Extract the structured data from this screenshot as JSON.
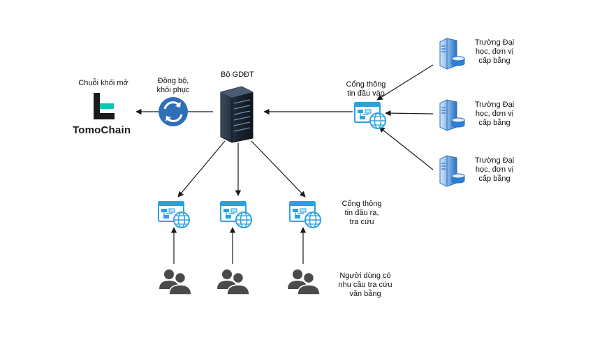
{
  "labels": {
    "blockchain": "Chuỗi khối mở",
    "brand": "TomoChain",
    "sync": "Đồng bộ,\nkhôi phục",
    "ministry": "Bộ GDĐT",
    "input_portal": "Cổng thông\ntin đầu vào",
    "school_1": "Trường Đại\nhọc, đơn vị\ncấp bằng",
    "school_2": "Trường Đại\nhọc, đơn vị\ncấp bằng",
    "school_3": "Trường Đại\nhọc, đơn vị\ncấp bằng",
    "output_portal": "Cổng thông\ntin đầu ra,\ntra cứu",
    "users": "Người dùng có\nnhu cầu tra cứu\nvăn bằng"
  },
  "colors": {
    "portal_blue": "#29a3e0",
    "portal_light": "#bfe6f7",
    "sync_blue": "#2e6fb8",
    "server_dark": "#1c2633",
    "db_blue": "#2b7fd4",
    "people_gray": "#4a4a4a",
    "logo_teal": "#16c3b0",
    "arrow": "#1a1a1a"
  },
  "icons": {
    "logo": "tomochain-logo-icon",
    "sync": "sync-icon",
    "server": "server-rack-icon",
    "portal": "web-portal-icon",
    "school_server": "server-database-icon",
    "users": "users-group-icon"
  }
}
